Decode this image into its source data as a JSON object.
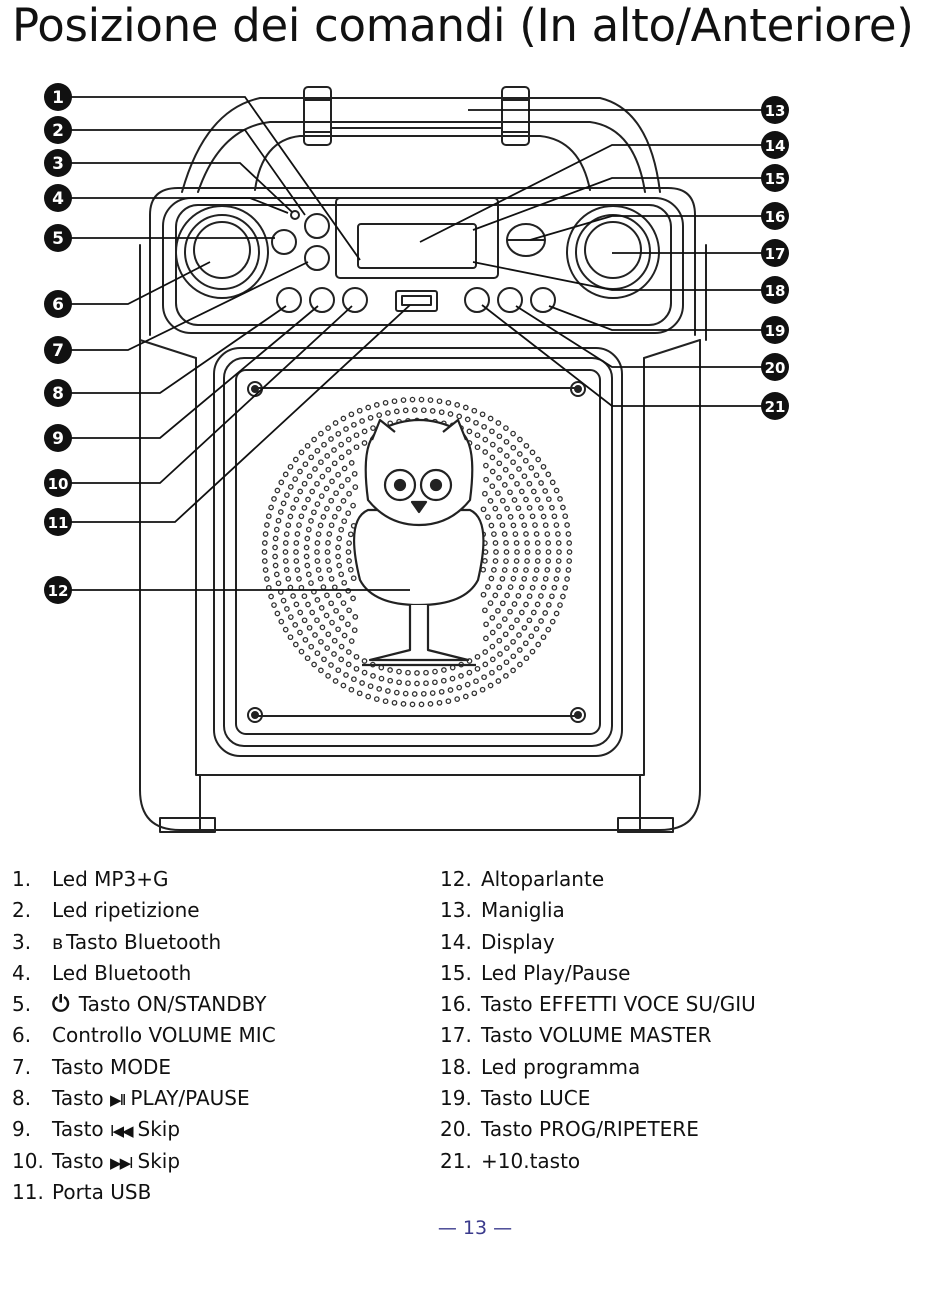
{
  "page": {
    "title": "Posizione dei comandi (In alto/Anteriore)",
    "page_number": "— 13 —"
  },
  "callouts": [
    "1",
    "2",
    "3",
    "4",
    "5",
    "6",
    "7",
    "8",
    "9",
    "10",
    "11",
    "12",
    "13",
    "14",
    "15",
    "16",
    "17",
    "18",
    "19",
    "20",
    "21"
  ],
  "legend": {
    "left": [
      {
        "num": "1.",
        "text": "Led MP3+G"
      },
      {
        "num": "2.",
        "text": "Led ripetizione"
      },
      {
        "num": "3.",
        "icon": "bluetooth-icon",
        "glyph": "ʙ",
        "text": "Tasto Bluetooth"
      },
      {
        "num": "4.",
        "text": "Led Bluetooth"
      },
      {
        "num": "5.",
        "icon": "power-icon",
        "glyph": "⏻",
        "text": "Tasto ON/STANDBY"
      },
      {
        "num": "6.",
        "text": "Controllo VOLUME MIC"
      },
      {
        "num": "7.",
        "text": "Tasto MODE"
      },
      {
        "num": "8.",
        "pre": "Tasto",
        "icon": "play-pause-icon",
        "glyph": "▶II",
        "text": "PLAY/PAUSE"
      },
      {
        "num": "9.",
        "pre": "Tasto",
        "icon": "skip-back-icon",
        "glyph": "I◀◀",
        "text": "Skip"
      },
      {
        "num": "10.",
        "pre": "Tasto",
        "icon": "skip-forward-icon",
        "glyph": "▶▶I",
        "text": "Skip"
      },
      {
        "num": "11.",
        "text": "Porta USB"
      }
    ],
    "right": [
      {
        "num": "12.",
        "text": "Altoparlante"
      },
      {
        "num": "13.",
        "text": "Maniglia"
      },
      {
        "num": "14.",
        "text": "Display"
      },
      {
        "num": "15.",
        "text": "Led Play/Pause"
      },
      {
        "num": "16.",
        "text": "Tasto EFFETTI VOCE SU/GIU"
      },
      {
        "num": "17.",
        "text": "Tasto VOLUME MASTER"
      },
      {
        "num": "18.",
        "text": "Led programma"
      },
      {
        "num": "19.",
        "text": "Tasto LUCE"
      },
      {
        "num": "20.",
        "text": "Tasto PROG/RIPETERE"
      },
      {
        "num": "21.",
        "text": "+10.tasto"
      }
    ]
  }
}
